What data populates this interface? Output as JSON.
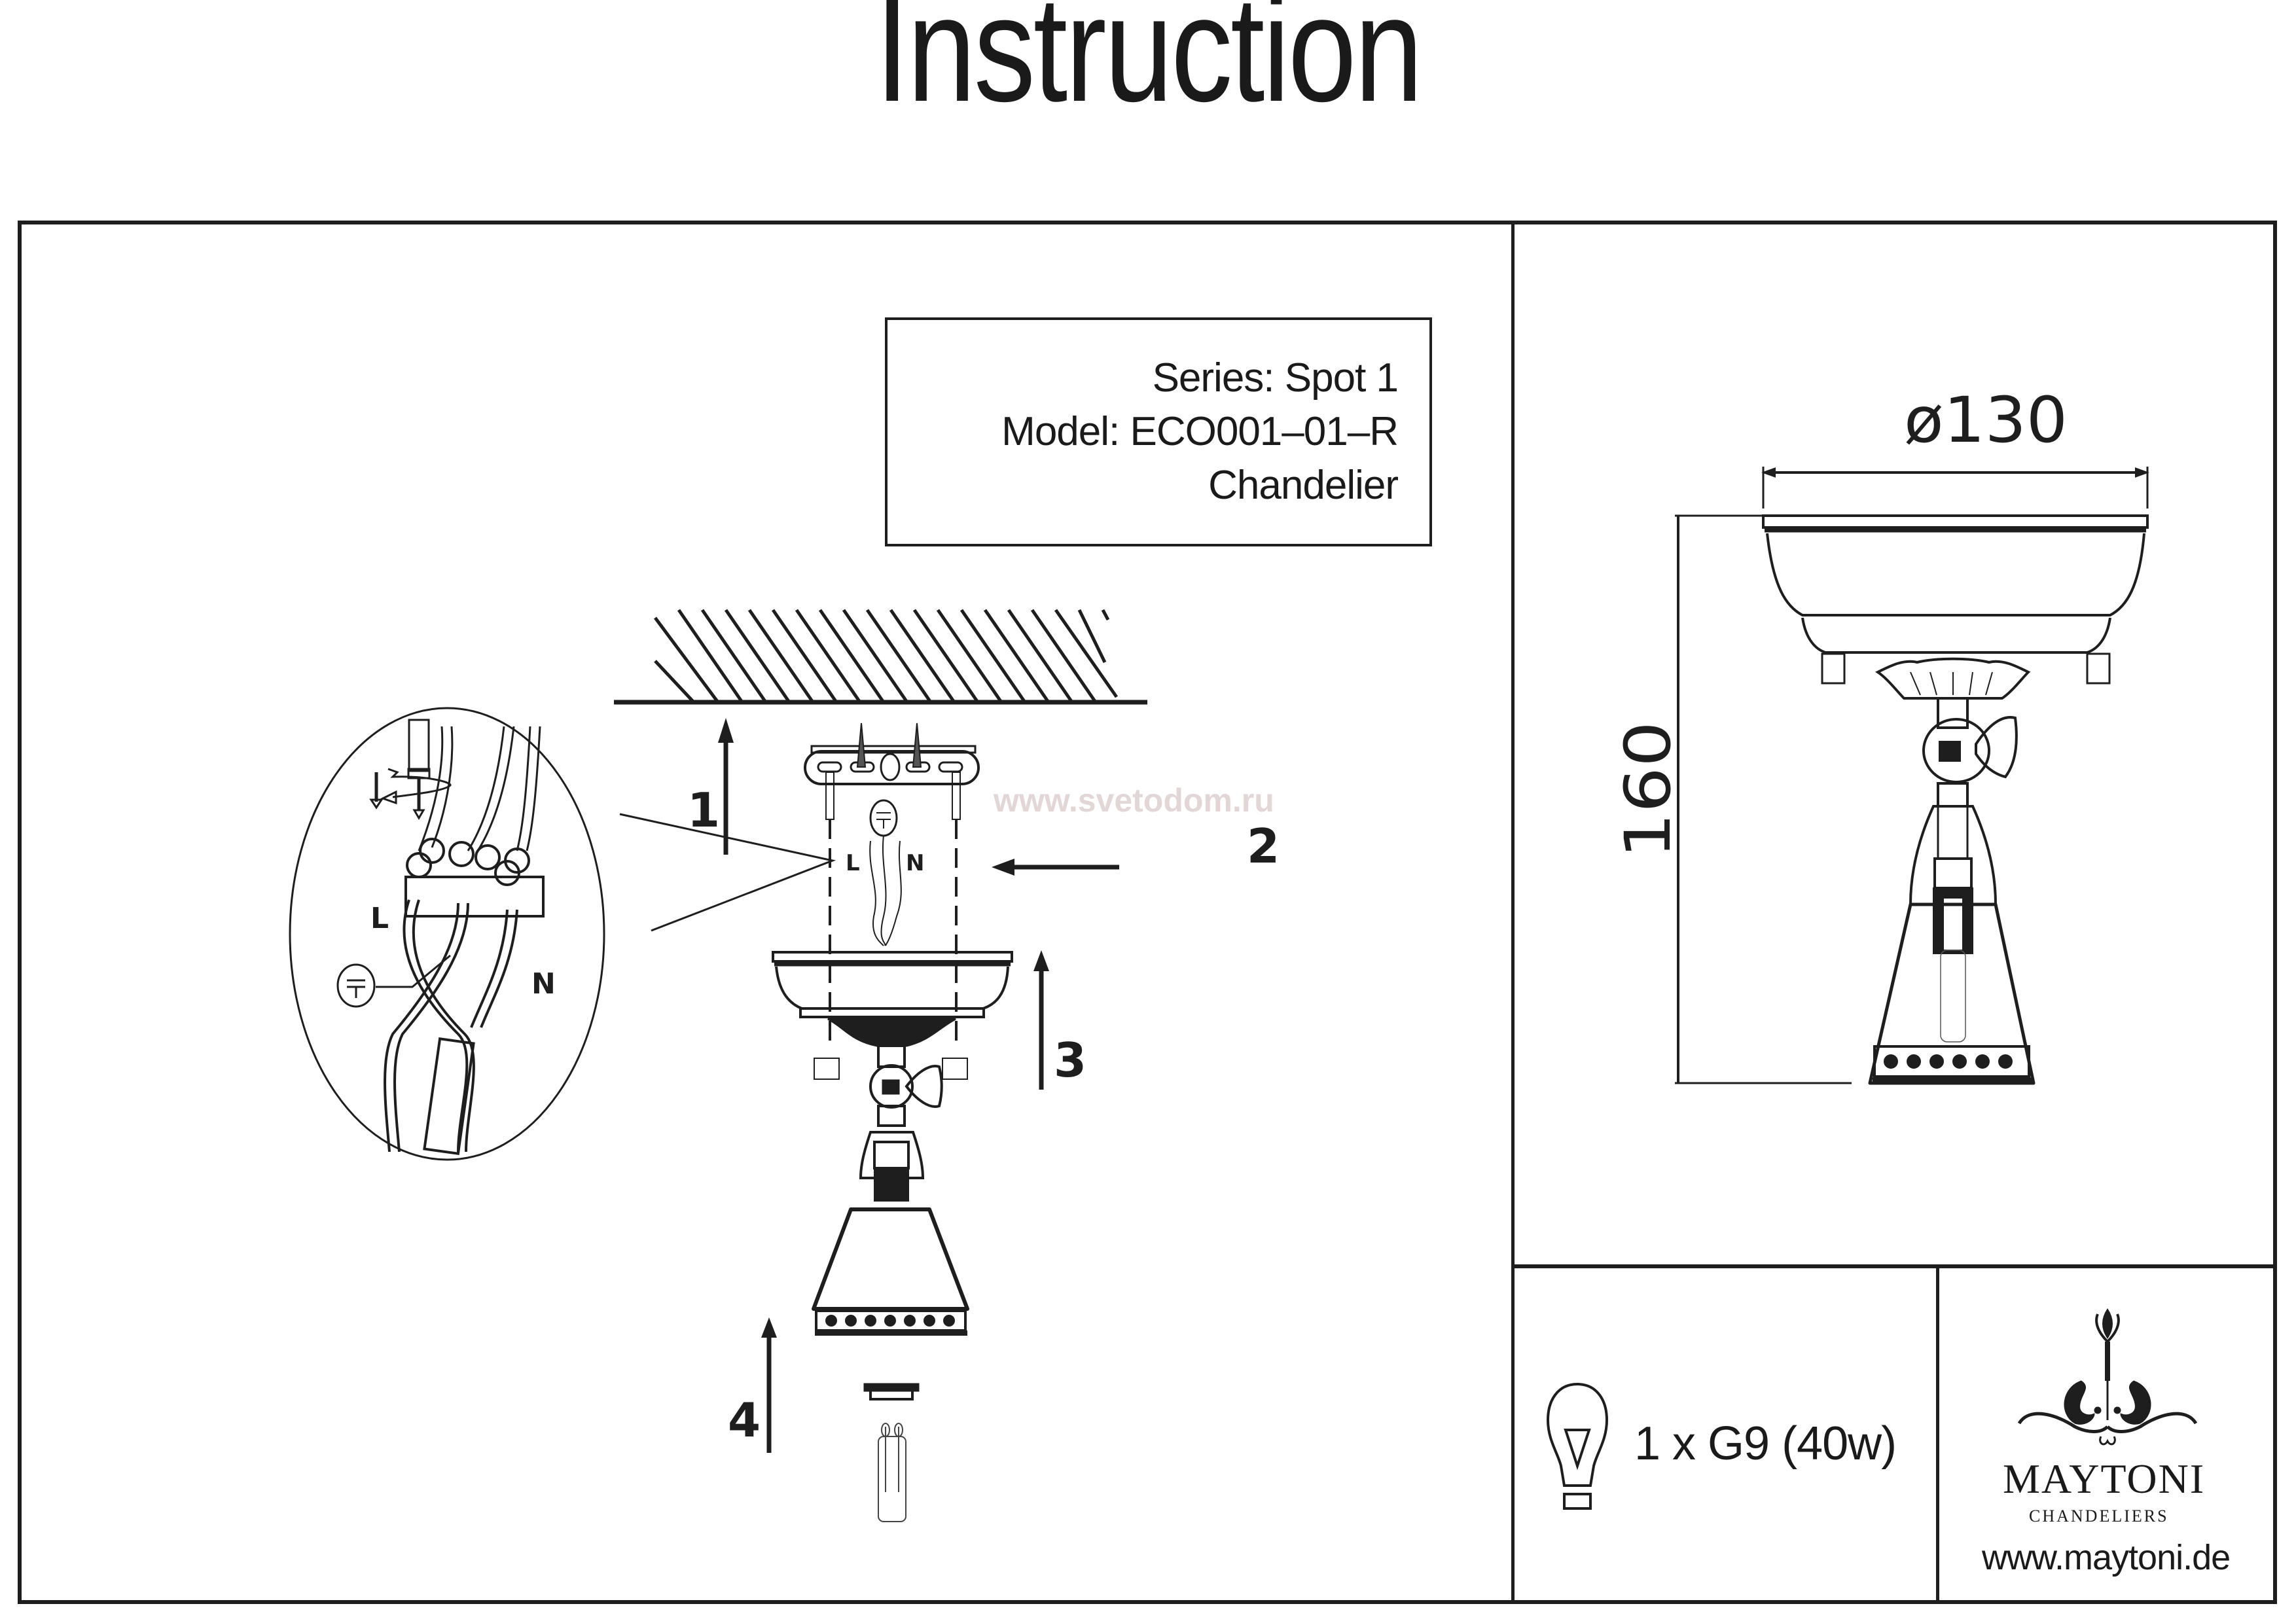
{
  "page": {
    "title": "Instruction"
  },
  "info_box": {
    "series": "Series: Spot 1",
    "model": "Model: ECO001–01–R",
    "type": "Chandelier"
  },
  "watermark": "www.svetodom.ru",
  "assembly": {
    "steps": [
      "1",
      "2",
      "3",
      "4"
    ],
    "wire_labels": {
      "live": "L",
      "neutral": "N"
    },
    "detail_labels": {
      "live": "L",
      "neutral": "N"
    }
  },
  "dimensions": {
    "diameter": "ø130",
    "height": "160"
  },
  "bulb": {
    "spec": "1 x G9 (40w)",
    "icon": "light-bulb-icon"
  },
  "brand": {
    "name": "MAYTONI",
    "subtitle": "CHANDELIERS",
    "url": "www.maytoni.de",
    "logo": "chandelier-logo"
  },
  "colors": {
    "ink": "#1e1e1e",
    "watermark": "#e3d6d6",
    "background": "#ffffff"
  }
}
